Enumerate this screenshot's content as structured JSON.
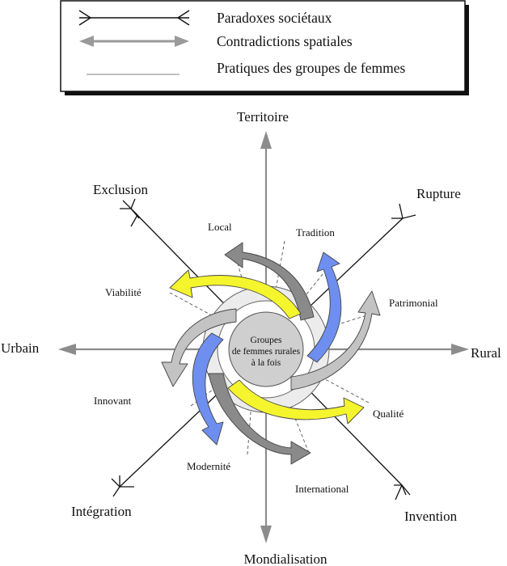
{
  "legend": {
    "items": [
      {
        "label": "Paradoxes sociétaux",
        "style": "black-line-chevrons"
      },
      {
        "label": "Contradictions spatiales",
        "style": "grey-double-arrow"
      },
      {
        "label": "Pratiques des groupes de femmes",
        "style": "grey-thin-line"
      }
    ]
  },
  "axes": {
    "top": "Territoire",
    "bottom": "Mondialisation",
    "left": "Urbain",
    "right": "Rural"
  },
  "diagonals": {
    "top_left": "Exclusion",
    "top_right": "Rupture",
    "bottom_left": "Intégration",
    "bottom_right": "Invention"
  },
  "practices": {
    "local": "Local",
    "tradition": "Tradition",
    "patrimonial": "Patrimonial",
    "qualite": "Qualité",
    "international": "International",
    "modernite": "Modernité",
    "innovant": "Innovant",
    "viabilite": "Viabilité"
  },
  "center": {
    "line1": "Groupes",
    "line2": "de femmes rurales",
    "line3": "à la fois"
  },
  "colors": {
    "axis_grey": "#8c8c8c",
    "arrow_dark": "#8a8a8a",
    "arrow_light": "#c3c3c3",
    "arrow_blue": "#6e8ff0",
    "arrow_yellow": "#f5f52e",
    "center_fill": "#cfcfcf"
  }
}
